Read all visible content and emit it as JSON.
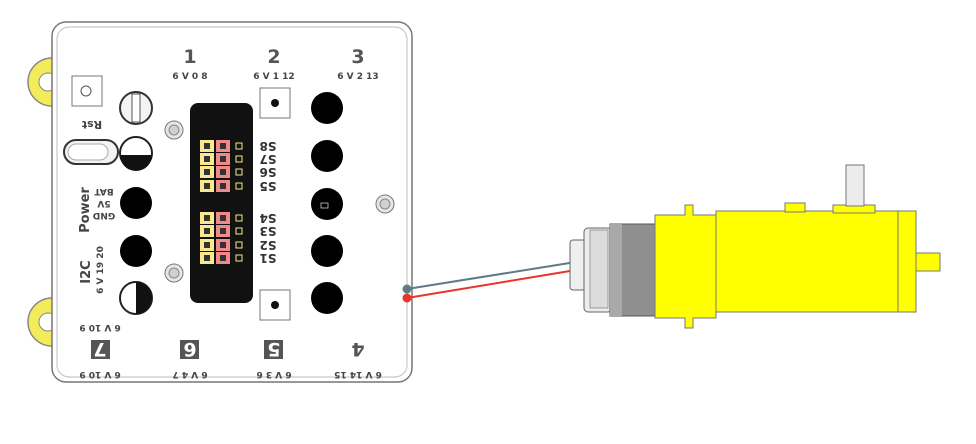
{
  "board": {
    "top_ports": [
      {
        "num": "1",
        "pins": "6 V 0 8"
      },
      {
        "num": "2",
        "pins": "6 V 1 12"
      },
      {
        "num": "3",
        "pins": "6 V 2 13"
      }
    ],
    "bottom_ports": [
      {
        "num": "7",
        "pins": "6 V 10 9"
      },
      {
        "num": "6",
        "pins": "6 V 4 7"
      },
      {
        "num": "5",
        "pins": "6 V 3 6"
      },
      {
        "num": "4",
        "pins": "6 V 14 15"
      }
    ],
    "servo_labels": [
      "S8",
      "S7",
      "S6",
      "S5",
      "S4",
      "S3",
      "S2",
      "S1"
    ],
    "left_labels": {
      "rst": "Rst",
      "power": "Power",
      "bat": "BAT",
      "v5": "5V",
      "gnd": "GND",
      "i2c": "I2C",
      "i2c_pins": "6 V 19 20"
    }
  },
  "wires": {
    "gray_color": "#5f7b86",
    "red_color": "#e8352c"
  },
  "colors": {
    "motor_yellow": "#ffff00",
    "header_black": "#111111",
    "pin_yellow": "#f7e98c",
    "pin_pink": "#f08a8a",
    "mount_yellow": "#f3ec5a"
  }
}
